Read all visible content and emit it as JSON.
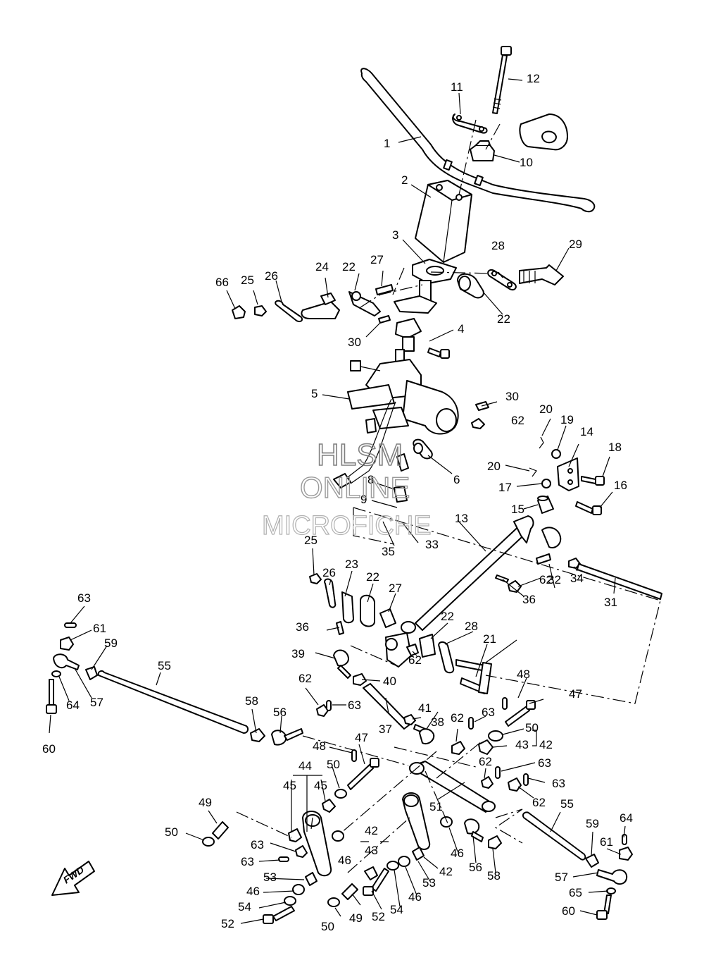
{
  "watermark": {
    "line1": "HLSM",
    "line2": "ONLINE",
    "line3": "MICROFICHE"
  },
  "fwd_label": "FWD",
  "callouts": [
    "1",
    "2",
    "3",
    "4",
    "5",
    "6",
    "8",
    "9",
    "10",
    "11",
    "12",
    "13",
    "14",
    "15",
    "16",
    "17",
    "18",
    "19",
    "20",
    "20",
    "21",
    "22",
    "22",
    "22",
    "22",
    "23",
    "24",
    "25",
    "25",
    "26",
    "26",
    "27",
    "27",
    "28",
    "28",
    "29",
    "30",
    "30",
    "31",
    "32",
    "33",
    "34",
    "35",
    "36",
    "36",
    "37",
    "38",
    "39",
    "40",
    "41",
    "42",
    "42",
    "42",
    "43",
    "43",
    "44",
    "45",
    "45",
    "46",
    "46",
    "46",
    "46",
    "47",
    "47",
    "48",
    "48",
    "49",
    "49",
    "50",
    "50",
    "50",
    "50",
    "51",
    "52",
    "52",
    "53",
    "53",
    "54",
    "54",
    "55",
    "55",
    "56",
    "56",
    "57",
    "57",
    "58",
    "58",
    "59",
    "59",
    "60",
    "60",
    "61",
    "61",
    "62",
    "62",
    "62",
    "62",
    "62",
    "62",
    "62",
    "63",
    "63",
    "63",
    "63",
    "63",
    "63",
    "63",
    "64",
    "64",
    "65",
    "66"
  ]
}
